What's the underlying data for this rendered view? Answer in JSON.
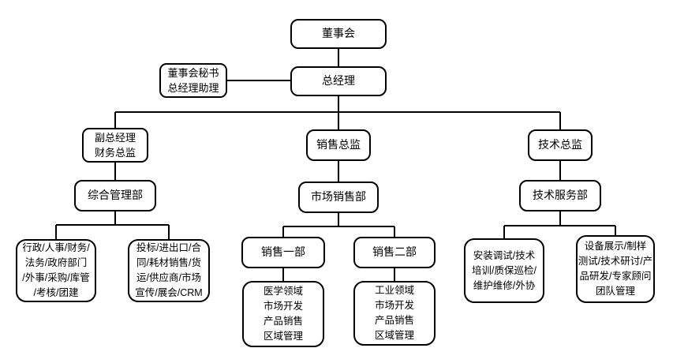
{
  "diagram": {
    "type": "organization-chart",
    "background": "#ffffff",
    "line_color": "#000000",
    "box_border_color": "#000000",
    "box_fill_color": "#ffffff",
    "text_color": "#000000",
    "nodes": {
      "board": {
        "label": "董事会"
      },
      "secretary": {
        "label": "董事会秘书\n总经理助理"
      },
      "gm": {
        "label": "总经理"
      },
      "deputy_gm": {
        "label": "副总经理\n财务总监"
      },
      "sales_director": {
        "label": "销售总监"
      },
      "tech_director": {
        "label": "技术总监"
      },
      "admin_dept": {
        "label": "综合管理部"
      },
      "sales_dept": {
        "label": "市场销售部"
      },
      "tech_service_dept": {
        "label": "技术服务部"
      },
      "admin_duties": {
        "label": "行政/人事/财务/\n法务/政府部门\n/外事/采购/库管\n/考核/团建"
      },
      "commerce_duties": {
        "label": "投标/进出口/合\n同/耗材销售/货\n运/供应商/市场\n宣传/展会/CRM"
      },
      "sales_dept1": {
        "label": "销售一部"
      },
      "sales_dept2": {
        "label": "销售二部"
      },
      "sales1_duties": {
        "label": "医学领域\n市场开发\n产品销售\n区域管理"
      },
      "sales2_duties": {
        "label": "工业领域\n市场开发\n产品销售\n区域管理"
      },
      "tech_service_duties": {
        "label": "安装调试/技术\n培训/质保巡检/\n维护维修/外协"
      },
      "tech_support_duties": {
        "label": "设备展示/制样\n测试/技术研讨/产\n品研发/专家顾问\n团队管理"
      }
    },
    "edges": [
      [
        "board",
        "gm"
      ],
      [
        "secretary",
        "gm"
      ],
      [
        "gm",
        "deputy_gm"
      ],
      [
        "gm",
        "sales_director"
      ],
      [
        "gm",
        "tech_director"
      ],
      [
        "deputy_gm",
        "admin_dept"
      ],
      [
        "sales_director",
        "sales_dept"
      ],
      [
        "tech_director",
        "tech_service_dept"
      ],
      [
        "admin_dept",
        "admin_duties"
      ],
      [
        "admin_dept",
        "commerce_duties"
      ],
      [
        "sales_dept",
        "sales_dept1"
      ],
      [
        "sales_dept",
        "sales_dept2"
      ],
      [
        "sales_dept1",
        "sales1_duties"
      ],
      [
        "sales_dept2",
        "sales2_duties"
      ],
      [
        "tech_service_dept",
        "tech_service_duties"
      ],
      [
        "tech_service_dept",
        "tech_support_duties"
      ]
    ]
  }
}
